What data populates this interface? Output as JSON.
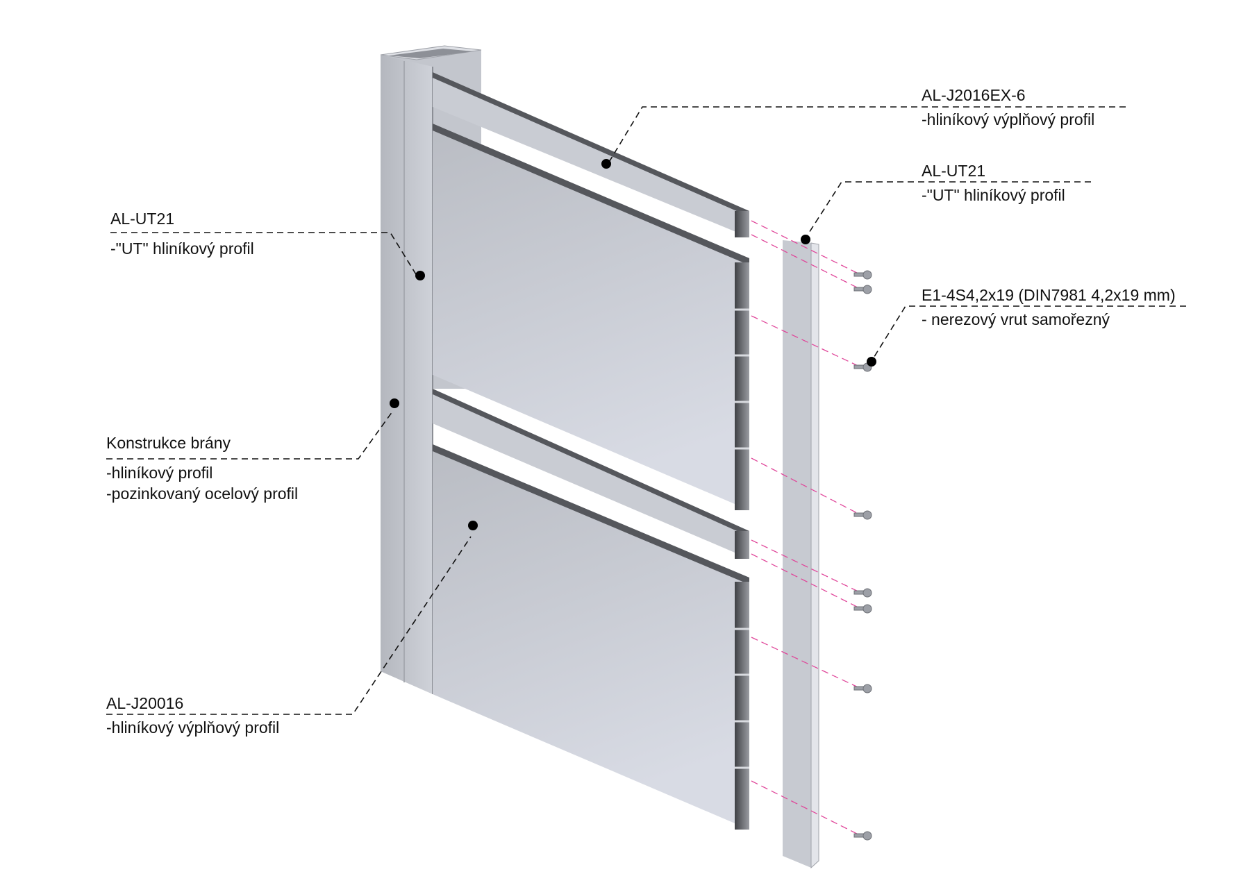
{
  "labels": {
    "top_fill_profile": {
      "code": "AL-J2016EX-6",
      "desc": "-hliníkový výplňový profil"
    },
    "ut_profile_right": {
      "code": "AL-UT21",
      "desc": "-\"UT\" hliníkový profil"
    },
    "screw": {
      "code": "E1-4S4,2x19 (DIN7981 4,2x19 mm)",
      "desc": "- nerezový vrut samořezný"
    },
    "ut_profile_left": {
      "code": "AL-UT21",
      "desc": "-\"UT\" hliníkový profil"
    },
    "gate_frame": {
      "code": "Konstrukce brány",
      "desc1": "-hliníkový profil",
      "desc2": "-pozinkovaný ocelový profil"
    },
    "fill_profile": {
      "code": "AL-J20016",
      "desc": "-hliníkový výplňový profil"
    }
  },
  "colors": {
    "metal_light": "#d4d7de",
    "metal_mid": "#b9bcc3",
    "metal_dark": "#55575c",
    "guide": "#e0479a",
    "leader": "#111111"
  }
}
